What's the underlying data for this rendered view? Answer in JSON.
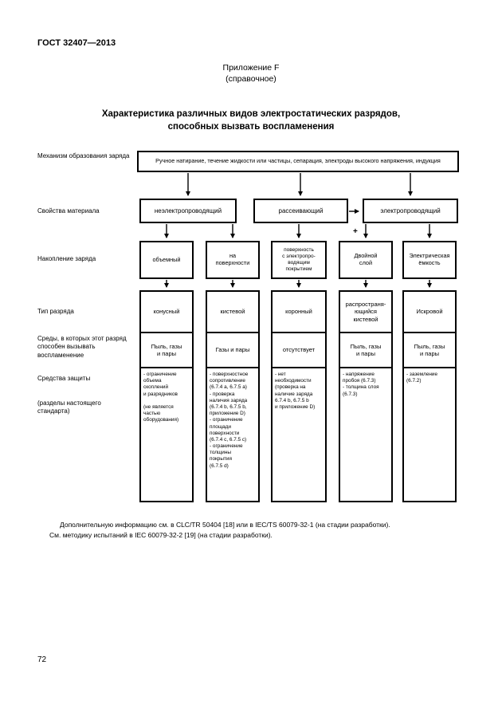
{
  "page": {
    "doc_number": "ГОСТ 32407—2013",
    "appendix_title": "Приложение F",
    "appendix_subtitle": "(справочное)",
    "title": "Характеристика различных видов электростатических разрядов,\nспособных вызвать воспламенения",
    "footnote": "Дополнительную информацию см. в CLC/TR 50404 [18] или в IEC/TS 60079-32-1 (на стадии разработки).\nСм. методику испытаний в IEC 60079-32-2 [19] (на стадии разработки).",
    "page_number": "72"
  },
  "diagram": {
    "row_labels": {
      "mechanism": "Механизм образования заряда",
      "material": "Свойства материала",
      "accumulation": "Накопление заряда",
      "discharge_type": "Тип разряда",
      "media": "Среды, в которых этот разряд способен вызывать воспламенение",
      "protection": "Средства защиты",
      "protection_note": "(разделы настоящего стандарта)"
    },
    "mechanism_box": "Ручное натирание, течение жидкости или частицы, сепарация, электроды высокого напряжения, индукция",
    "material_boxes": [
      "неэлектропроводящий",
      "рассеивающий",
      "электропроводящий"
    ],
    "plus_sign": "+",
    "columns": [
      {
        "accumulation": "объемный",
        "discharge_type": "конусный",
        "media": "Пыль, газы\nи пары",
        "protection": "- ограничение\nобъема\nскоплений\nи разрядников\n\n(не является\nчастью\nоборудования)"
      },
      {
        "accumulation": "на\nповерхности",
        "discharge_type": "кистевой",
        "media": "Газы и пары",
        "protection": "- поверхностное\nсопротивление\n(6.7.4 а, 6.7.5 а)\n- проверка\nналичия заряда\n(6.7.4 b, 6.7.5 b,\nприложение D)\n- ограничение\nплощади\nповерхности\n(6.7.4 с, 6.7.5 с)\n- ограничение\nтолщины\nпокрытия\n(6.7.5 d)"
      },
      {
        "accumulation": "поверхность\nс электропро-\nводящим\nпокрытием",
        "discharge_type": "коронный",
        "media": "отсутствует",
        "protection": "- нет\nнеобходимости\n(проверка на\nналичие заряда\n6.7.4 b, 6.7.5 b\nи приложение D)"
      },
      {
        "accumulation": "Двойной\nслой",
        "discharge_type": "распространя-\nющийся\nкистевой",
        "media": "Пыль, газы\nи пары",
        "protection": "- напряжение\nпробоя (6.7.3)\n- толщина слоя\n(6.7.3)"
      },
      {
        "accumulation": "Электрическая\nёмкость",
        "discharge_type": "Искровой",
        "media": "Пыль, газы\nи пары",
        "protection": "- заземление\n(6.7.2)"
      }
    ]
  }
}
